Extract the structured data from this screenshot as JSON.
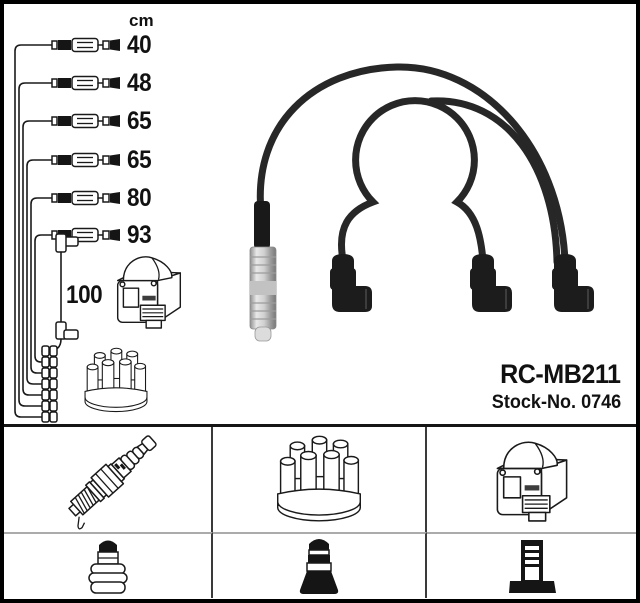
{
  "product": {
    "code": "RC-MB211",
    "stock": "Stock-No. 0746"
  },
  "schematic": {
    "unit_label": "cm",
    "cable_lengths": [
      "40",
      "48",
      "65",
      "65",
      "80",
      "93"
    ],
    "coil_cable_length": "100",
    "icons": [
      "cable-with-connectors-icon",
      "coil-cable-icon",
      "ignition-coil-icon",
      "distributor-cap-icon",
      "distributor-terminal-icon"
    ]
  },
  "photo": {
    "icon": "ignition-cable-set-photo"
  },
  "legend": {
    "row1": [
      {
        "icon": "spark-plug-icon"
      },
      {
        "icon": "distributor-cap-icon"
      },
      {
        "icon": "ignition-coil-icon"
      }
    ],
    "row2": [
      {
        "icon": "ribbed-plug-boot-icon"
      },
      {
        "icon": "black-plug-boot-icon"
      },
      {
        "icon": "coil-terminal-icon"
      }
    ]
  },
  "colors": {
    "background": "#ffffff",
    "frame": "#000000",
    "line_art": "#1a1a1a",
    "cable": "#272727",
    "column_divider": "#3a3a3a",
    "row_divider": "#ababab",
    "text": "#111111"
  }
}
